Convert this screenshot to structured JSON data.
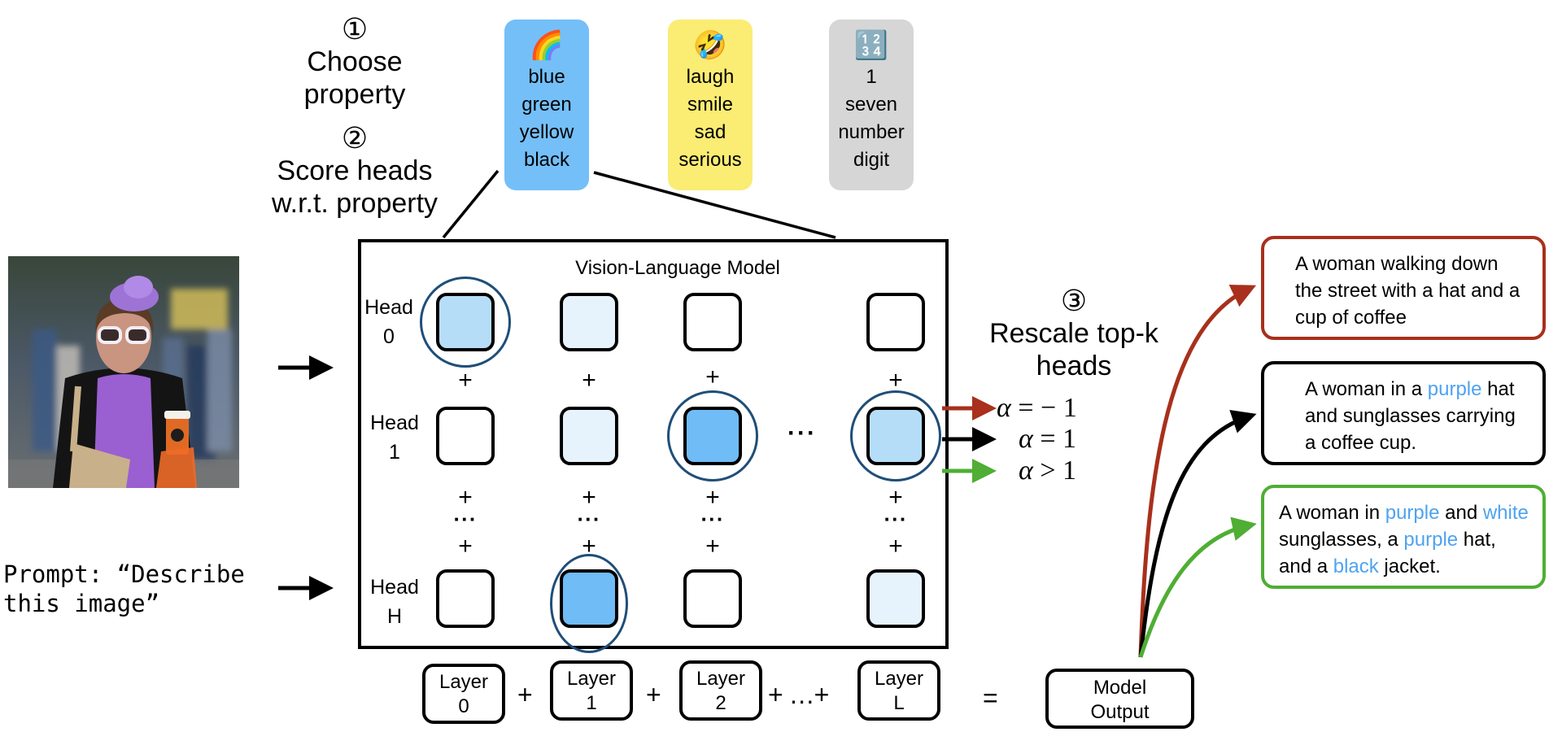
{
  "steps": {
    "step1": {
      "number": "①",
      "line1": "Choose",
      "line2": "property"
    },
    "step2": {
      "number": "②",
      "line1": "Score heads",
      "line2": "w.r.t. property"
    },
    "step3": {
      "number": "③",
      "line1": "Rescale top-k",
      "line2": "heads"
    }
  },
  "property_cards": [
    {
      "emoji": "🌈",
      "icon": "rainbow-icon",
      "color": "#74bff8",
      "words": [
        "blue",
        "green",
        "yellow",
        "black"
      ]
    },
    {
      "emoji": "🤣",
      "icon": "laughing-face-icon",
      "color": "#fbec73",
      "words": [
        "laugh",
        "smile",
        "sad",
        "serious"
      ]
    },
    {
      "emoji": "🔢",
      "icon": "input-numbers-icon",
      "color": "#d6d6d6",
      "words": [
        "1",
        "seven",
        "number",
        "digit"
      ]
    }
  ],
  "input": {
    "image_alt": "Woman in purple hat and white sunglasses holding a coffee cup",
    "prompt_line1": "Prompt: “Describe",
    "prompt_line2": "this image”"
  },
  "model": {
    "title": "Vision-Language Model",
    "head_labels": [
      {
        "line1": "Head",
        "line2": "0"
      },
      {
        "line1": "Head",
        "line2": "1"
      },
      {
        "line1": "Head",
        "line2": "H"
      }
    ],
    "ellipsis": "···",
    "plus": "+",
    "vdots": "···",
    "grid_fill_levels": [
      [
        "medium",
        "light",
        "none",
        "none"
      ],
      [
        "none",
        "light",
        "dark",
        "medium"
      ],
      [
        "none",
        "dark",
        "none",
        "light"
      ]
    ],
    "selected_heads": [
      [
        0,
        0
      ],
      [
        1,
        2
      ],
      [
        1,
        3
      ],
      [
        2,
        1
      ]
    ],
    "fill_colors": {
      "dark": "#6fbcf6",
      "medium": "#b6ddf8",
      "light": "#e7f3fc",
      "none": "#ffffff"
    },
    "ring_color": "#1f4e79"
  },
  "layers": {
    "items": [
      {
        "line1": "Layer",
        "line2": "0"
      },
      {
        "line1": "Layer",
        "line2": "1"
      },
      {
        "line1": "Layer",
        "line2": "2"
      },
      {
        "line1": "Layer",
        "line2": "L"
      }
    ],
    "plus": "+",
    "ellipsis_plus": "+ …+",
    "equals": "=",
    "output_line1": "Model",
    "output_line2": "Output"
  },
  "alphas": [
    {
      "var": "α",
      "rel": " = − 1",
      "color": "#a8301c"
    },
    {
      "var": "α",
      "rel": " = 1",
      "color": "#000000"
    },
    {
      "var": "α",
      "rel": " > 1",
      "color": "#4fae33"
    }
  ],
  "outputs": [
    {
      "border": "#a8301c",
      "segments": [
        {
          "t": "A woman walking down the street with a hat and a cup of coffee",
          "hl": false
        }
      ]
    },
    {
      "border": "#000000",
      "segments": [
        {
          "t": "A woman in a ",
          "hl": false
        },
        {
          "t": "purple",
          "hl": true
        },
        {
          "t": " hat and sunglasses carrying a coffee cup.",
          "hl": false
        }
      ]
    },
    {
      "border": "#4fae33",
      "segments": [
        {
          "t": "A woman in ",
          "hl": false
        },
        {
          "t": "purple",
          "hl": true
        },
        {
          "t": " and ",
          "hl": false
        },
        {
          "t": "white",
          "hl": true
        },
        {
          "t": " sunglasses, a ",
          "hl": false
        },
        {
          "t": "purple",
          "hl": true
        },
        {
          "t": " hat, and a ",
          "hl": false
        },
        {
          "t": "black",
          "hl": true
        },
        {
          "t": " jacket.",
          "hl": false
        }
      ]
    }
  ]
}
